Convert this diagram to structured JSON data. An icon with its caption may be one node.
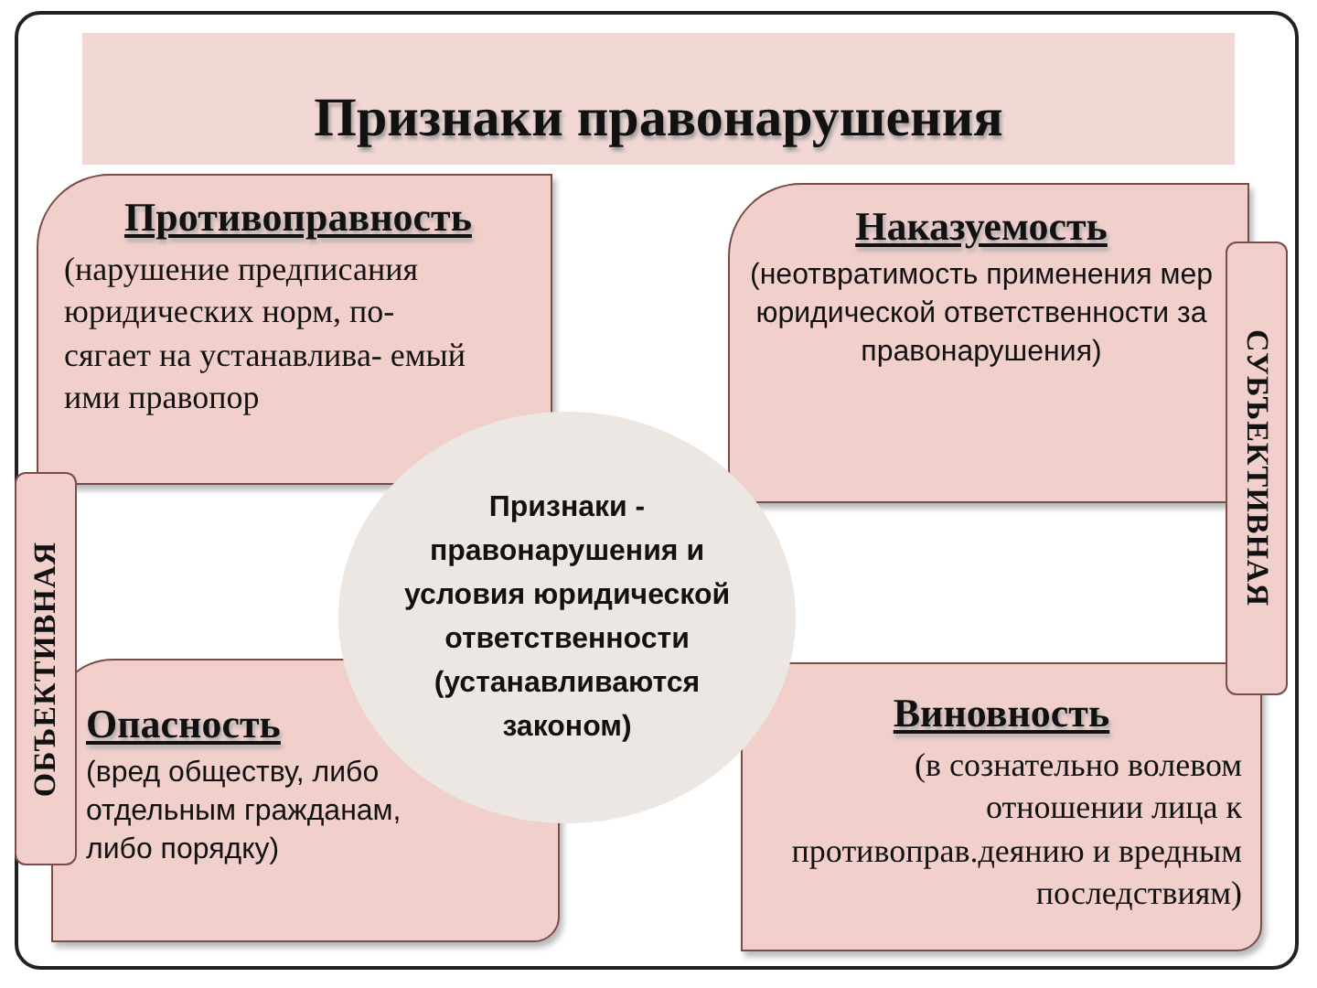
{
  "diagram": {
    "title": "Признаки правонарушения",
    "nodes": [
      {
        "text": [
          "Противоправность",
          "(нарушение предписания юридических норм, по- сягает на устанавлива- емый ими правопор"
        ]
      },
      {
        "text": [
          "Наказуемость",
          "(неотвратимость применения мер юридической ответственности за правонарушения)"
        ]
      },
      {
        "text": [
          "Признаки - правонарушения и условия юридической ответственности (устанавливаются законом)"
        ]
      },
      {
        "text": [
          "Опасность",
          "(вред обществу, либо отдельным гражданам, либо порядку)"
        ]
      },
      {
        "text": [
          "Виновность",
          "(в сознательно волевом отношении лица к противоправ.деянию и вредным последствиям)"
        ]
      },
      {
        "text": [
          "ОБЪЕКТИВНАЯ"
        ]
      },
      {
        "text": [
          "СУБЪЕКТИВНАЯ"
        ]
      }
    ]
  }
}
